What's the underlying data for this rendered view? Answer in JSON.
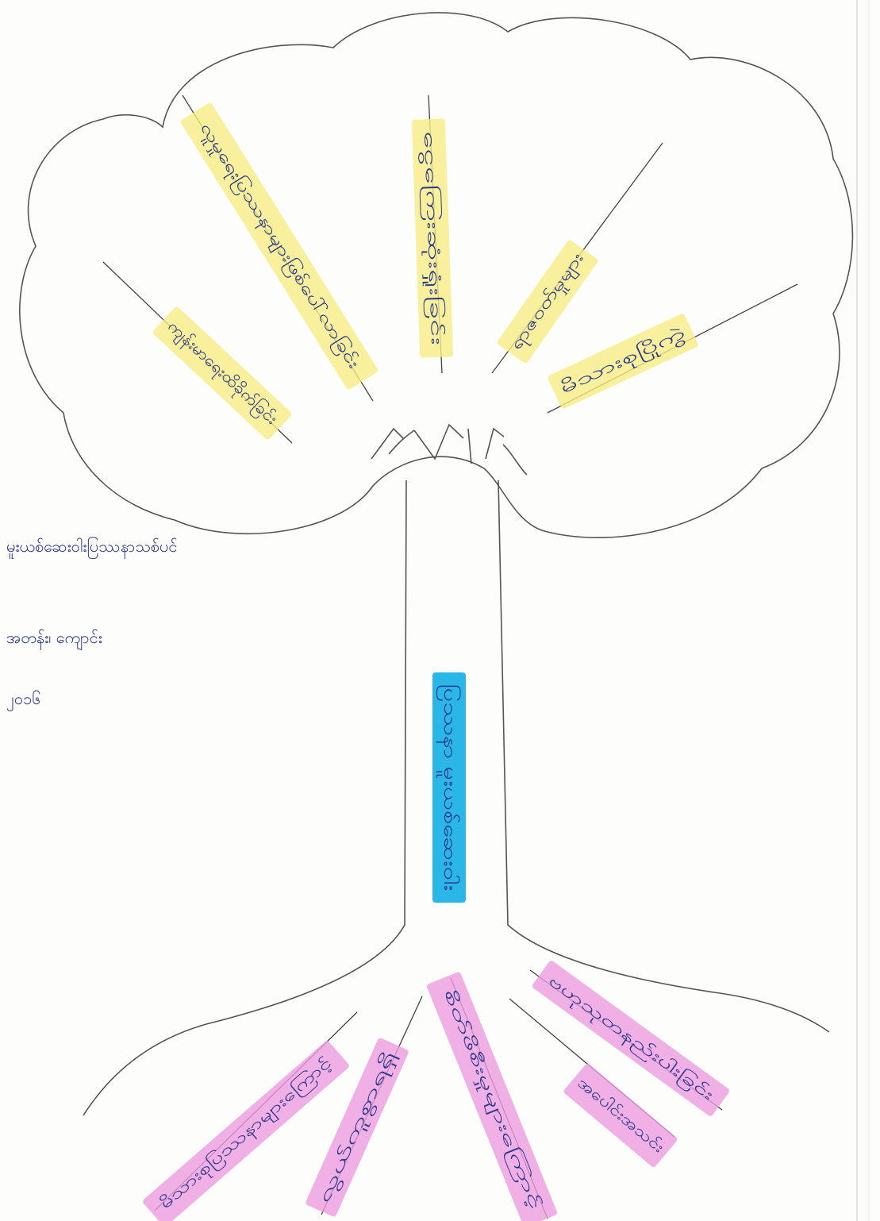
{
  "problem_tree": {
    "core_problem": {
      "label": "ပြဿနာ မူးယစ်ဆေးဝါး",
      "highlight": "#1fb3e6"
    },
    "effects": {
      "highlight": "#f7ec86",
      "items": [
        {
          "label": "ကျန်းမာရေးထိခိုက်ခြင်း"
        },
        {
          "label": "လူမှုရေးပြဿနာများဖြစ်ပေါ်လာခြင်း"
        },
        {
          "label": "ငွေကြေးဆုံးရှုံးခြင်း"
        },
        {
          "label": "ရာဇဝတ်မှုများ"
        },
        {
          "label": "မိသားစုပြိုကွဲ"
        }
      ]
    },
    "causes": {
      "highlight": "#ec9be0",
      "items": [
        {
          "label": "မိသားစုပြဿနာများကြောင့်"
        },
        {
          "label": "လွယ်ကူစွာရရှိ"
        },
        {
          "label": "စိတ်ဖိစီးမှုများကြောင့်"
        },
        {
          "label": "အပေါင်းအသင်း"
        },
        {
          "label": "ဗဟုသုတနည်းပါးခြင်း"
        }
      ]
    },
    "side_notes": [
      {
        "label": "မူးယစ်ဆေးဝါးပြဿနာသစ်ပင်"
      },
      {
        "label": "အတန်း၊ ကျောင်း"
      },
      {
        "label": "၂၀၁၆"
      }
    ],
    "colors": {
      "ink": "#2b3a8c",
      "outline": "#4a4a4a"
    }
  }
}
